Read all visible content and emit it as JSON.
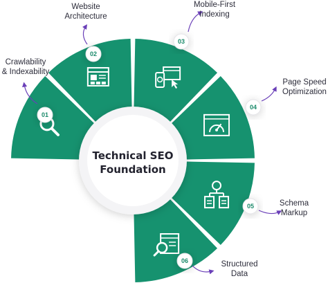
{
  "center": {
    "line1": "Technical SEO",
    "line2": "Foundation"
  },
  "colors": {
    "segment": "#16926f",
    "icon": "#ffffff",
    "badge_text": "#1b8a6b",
    "arrow": "#6a3fb8",
    "text": "#2c2c3a"
  },
  "steps": [
    {
      "number": "01",
      "label_lines": [
        "Crawlability",
        "& Indexability"
      ],
      "icon": "magnifier-icon"
    },
    {
      "number": "02",
      "label_lines": [
        "Website",
        "Architecture"
      ],
      "icon": "website-layout-icon"
    },
    {
      "number": "03",
      "label_lines": [
        "Mobile-First",
        "Indexing"
      ],
      "icon": "mobile-desktop-icon"
    },
    {
      "number": "04",
      "label_lines": [
        "Page Speed",
        "Optimization"
      ],
      "icon": "speedometer-icon"
    },
    {
      "number": "05",
      "label_lines": [
        "Schema",
        "Markup"
      ],
      "icon": "schema-tree-icon"
    },
    {
      "number": "06",
      "label_lines": [
        "Structured",
        "Data"
      ],
      "icon": "structured-data-icon"
    }
  ]
}
